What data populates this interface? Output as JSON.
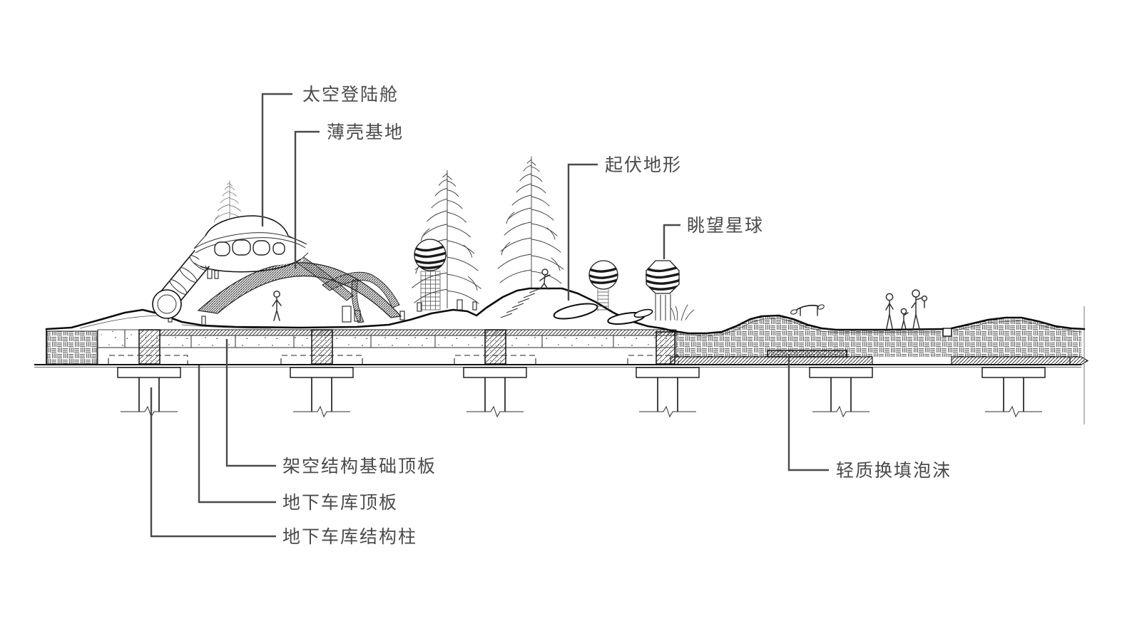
{
  "drawing": {
    "type": "architectural-section-diagram",
    "labels": {
      "space_capsule": "太空登陆舱",
      "shell_base": "薄壳基地",
      "rolling_terrain": "起伏地形",
      "lookout_sphere": "眺望星球",
      "elevated_foundation_slab": "架空结构基础顶板",
      "garage_roof_slab": "地下车库顶板",
      "garage_column": "地下车库结构柱",
      "lightweight_foam_fill": "轻质换填泡沫"
    },
    "colors": {
      "background": "#ffffff",
      "linework": "#2e2e2e",
      "label_text": "#4a4a4a",
      "leader_line": "#4a4a4a"
    }
  }
}
